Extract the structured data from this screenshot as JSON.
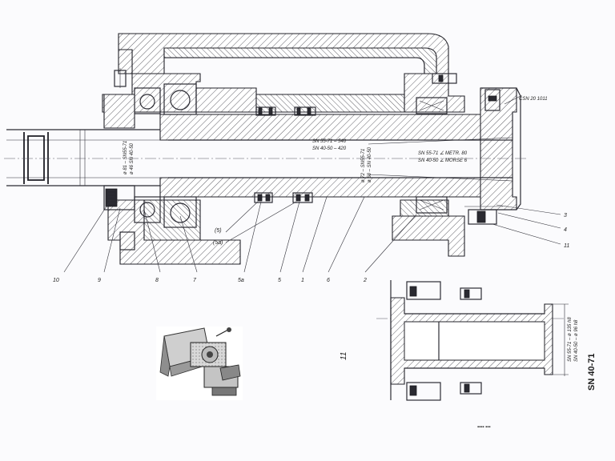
{
  "drawing": {
    "page_number": "11",
    "machine_code": "SN 40-71",
    "footer_mark": "▪▪▪▪ ▪▪▪"
  },
  "annotations": {
    "standard_ref": "ČSN 20 1011",
    "spindle_len_1": "SN 55-71 – 540",
    "spindle_len_2": "SN 40-50 – 420",
    "taper_1": "SN 55-71 ∠ METR. 80",
    "taper_2": "SN 40-50 ∠ MORSE 6",
    "bore_left_1": "ø 81 – SN55-71",
    "bore_left_2": "ø 46 SN 40-50",
    "bore_mid_1": "ø 72 – SN55-71",
    "bore_mid_2": "ø 50 – SN 40-50",
    "bore_detail_1": "SN 55-71 – ø 135 h8",
    "bore_detail_2": "SN 40-50 – ø 96 h8"
  },
  "callouts": {
    "c10": "10",
    "c9": "9",
    "c8": "8",
    "c7": "7",
    "c5a": "5a",
    "c5": "5",
    "c1": "1",
    "c6": "6",
    "c2": "2",
    "c3": "3",
    "c4": "4",
    "c11": "11",
    "c5p": "(5)",
    "c5ap": "(5a)"
  },
  "photo": {
    "icon": "lathe-headstock-photo"
  }
}
